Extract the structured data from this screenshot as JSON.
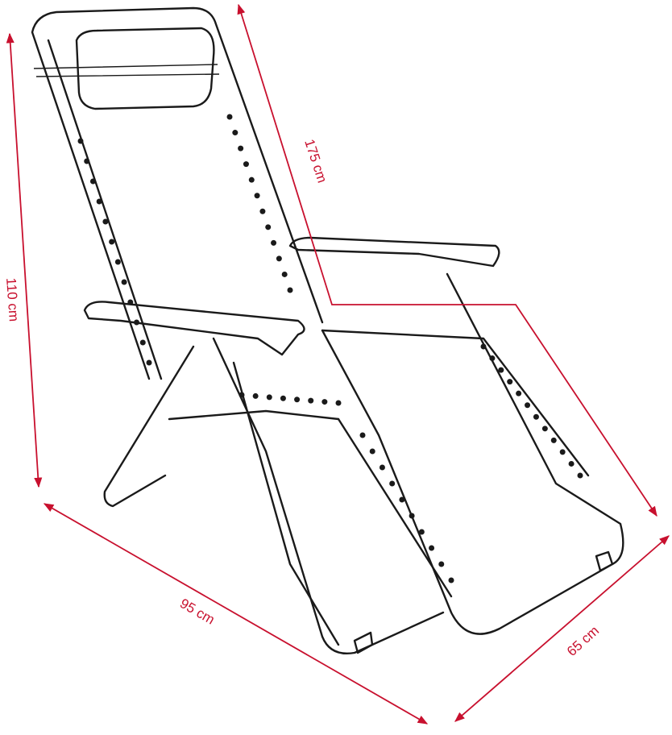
{
  "colors": {
    "dimension": "#c8102e",
    "drawing": "#1a1a1a"
  },
  "dimensions": {
    "height": "110 cm",
    "length": "175 cm",
    "depth": "95 cm",
    "width": "65 cm"
  }
}
